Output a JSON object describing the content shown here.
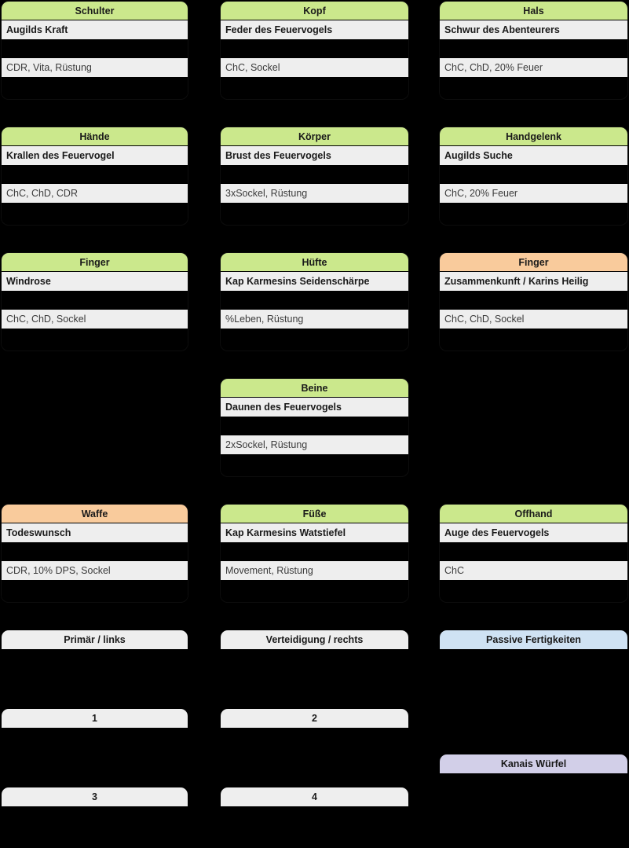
{
  "colors": {
    "background": "#000000",
    "header_green": "#cbe88c",
    "header_orange": "#f9cb9c",
    "header_grey": "#eeeeee",
    "header_blue": "#cfe2f3",
    "header_lavender": "#d2cfe8",
    "row_fill": "#eeeeee"
  },
  "gear": [
    {
      "slot": "Schulter",
      "item": "Augilds Kraft",
      "stats": "CDR, Vita, Rüstung",
      "header_color": "green"
    },
    {
      "slot": "Kopf",
      "item": "Feder des Feuervogels",
      "stats": "ChC, Sockel",
      "header_color": "green"
    },
    {
      "slot": "Hals",
      "item": "Schwur des Abenteurers",
      "stats": "ChC, ChD, 20% Feuer",
      "header_color": "green"
    },
    {
      "slot": "Hände",
      "item": "Krallen des Feuervogel",
      "stats": "ChC, ChD, CDR",
      "header_color": "green"
    },
    {
      "slot": "Körper",
      "item": "Brust des Feuervogels",
      "stats": "3xSockel, Rüstung",
      "header_color": "green"
    },
    {
      "slot": "Handgelenk",
      "item": "Augilds Suche",
      "stats": "ChC, 20% Feuer",
      "header_color": "green"
    },
    {
      "slot": "Finger",
      "item": "Windrose",
      "stats": "ChC, ChD, Sockel",
      "header_color": "green"
    },
    {
      "slot": "Hüfte",
      "item": "Kap Karmesins Seidenschärpe",
      "stats": "%Leben, Rüstung",
      "header_color": "green"
    },
    {
      "slot": "Finger",
      "item": "Zusammenkunft / Karins Heilig",
      "stats": "ChC, ChD, Sockel",
      "header_color": "orange"
    },
    {
      "slot": "Beine",
      "item": "Daunen des Feuervogels",
      "stats": "2xSockel, Rüstung",
      "header_color": "green"
    },
    {
      "slot": "Waffe",
      "item": "Todeswunsch",
      "stats": "CDR, 10% DPS, Sockel",
      "header_color": "orange"
    },
    {
      "slot": "Füße",
      "item": "Kap Karmesins Watstiefel",
      "stats": "Movement, Rüstung",
      "header_color": "green"
    },
    {
      "slot": "Offhand",
      "item": "Auge des Feuervogels",
      "stats": "ChC",
      "header_color": "green"
    }
  ],
  "skills": [
    {
      "label": "Primär / links",
      "header_color": "grey"
    },
    {
      "label": "Verteidigung / rechts",
      "header_color": "grey"
    },
    {
      "label": "Passive Fertigkeiten",
      "header_color": "blue"
    },
    {
      "label": "1",
      "header_color": "grey"
    },
    {
      "label": "2",
      "header_color": "grey"
    },
    {
      "label": "Kanais Würfel",
      "header_color": "lavender"
    },
    {
      "label": "3",
      "header_color": "grey"
    },
    {
      "label": "4",
      "header_color": "grey"
    }
  ]
}
